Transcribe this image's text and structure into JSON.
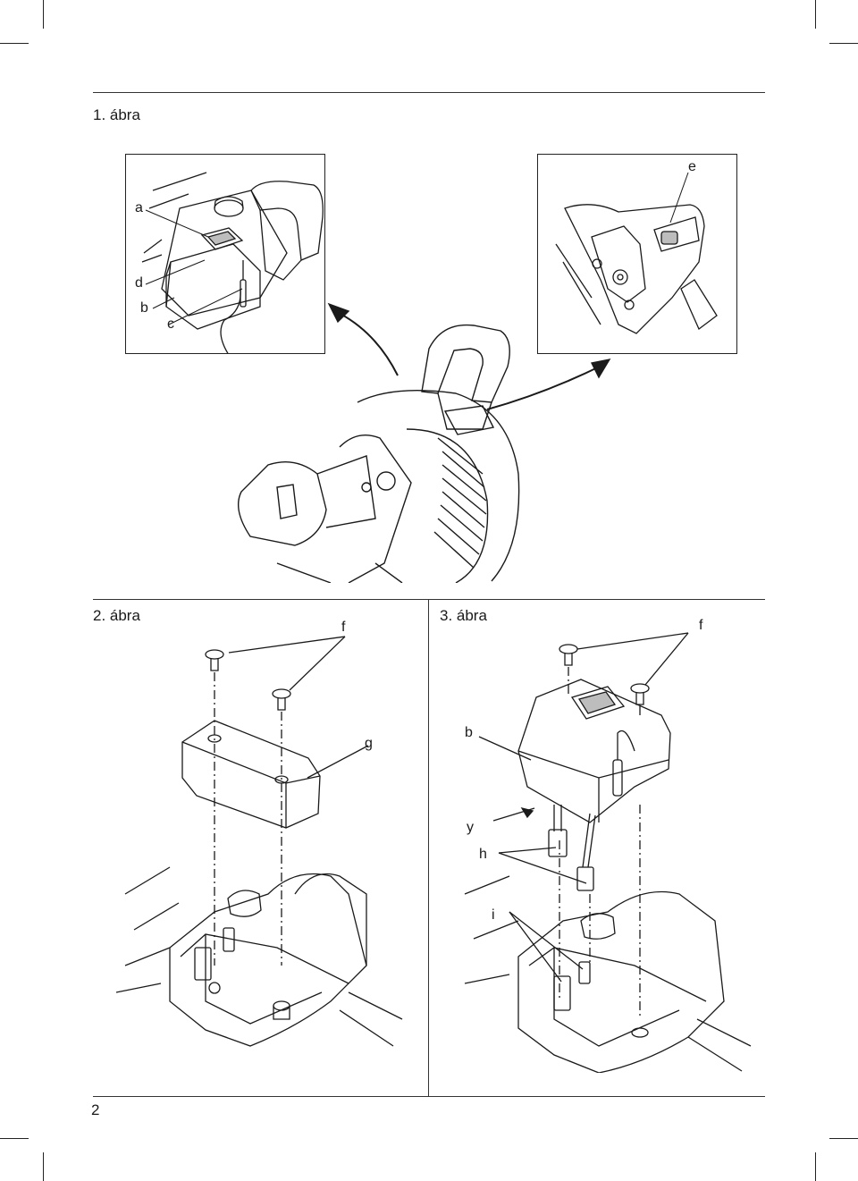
{
  "figure1": {
    "title": "1. ábra",
    "labels": {
      "a": "a",
      "b": "b",
      "c": "c",
      "d": "d",
      "e": "e"
    }
  },
  "figure2": {
    "title": "2. ábra",
    "labels": {
      "f": "f",
      "g": "g"
    }
  },
  "figure3": {
    "title": "3. ábra",
    "labels": {
      "f": "f",
      "b": "b",
      "y": "y",
      "h": "h",
      "i": "i"
    }
  },
  "page_number": "2",
  "colors": {
    "line": "#1a1a1a",
    "paper": "#ffffff",
    "shade": "#d9d9d9"
  }
}
